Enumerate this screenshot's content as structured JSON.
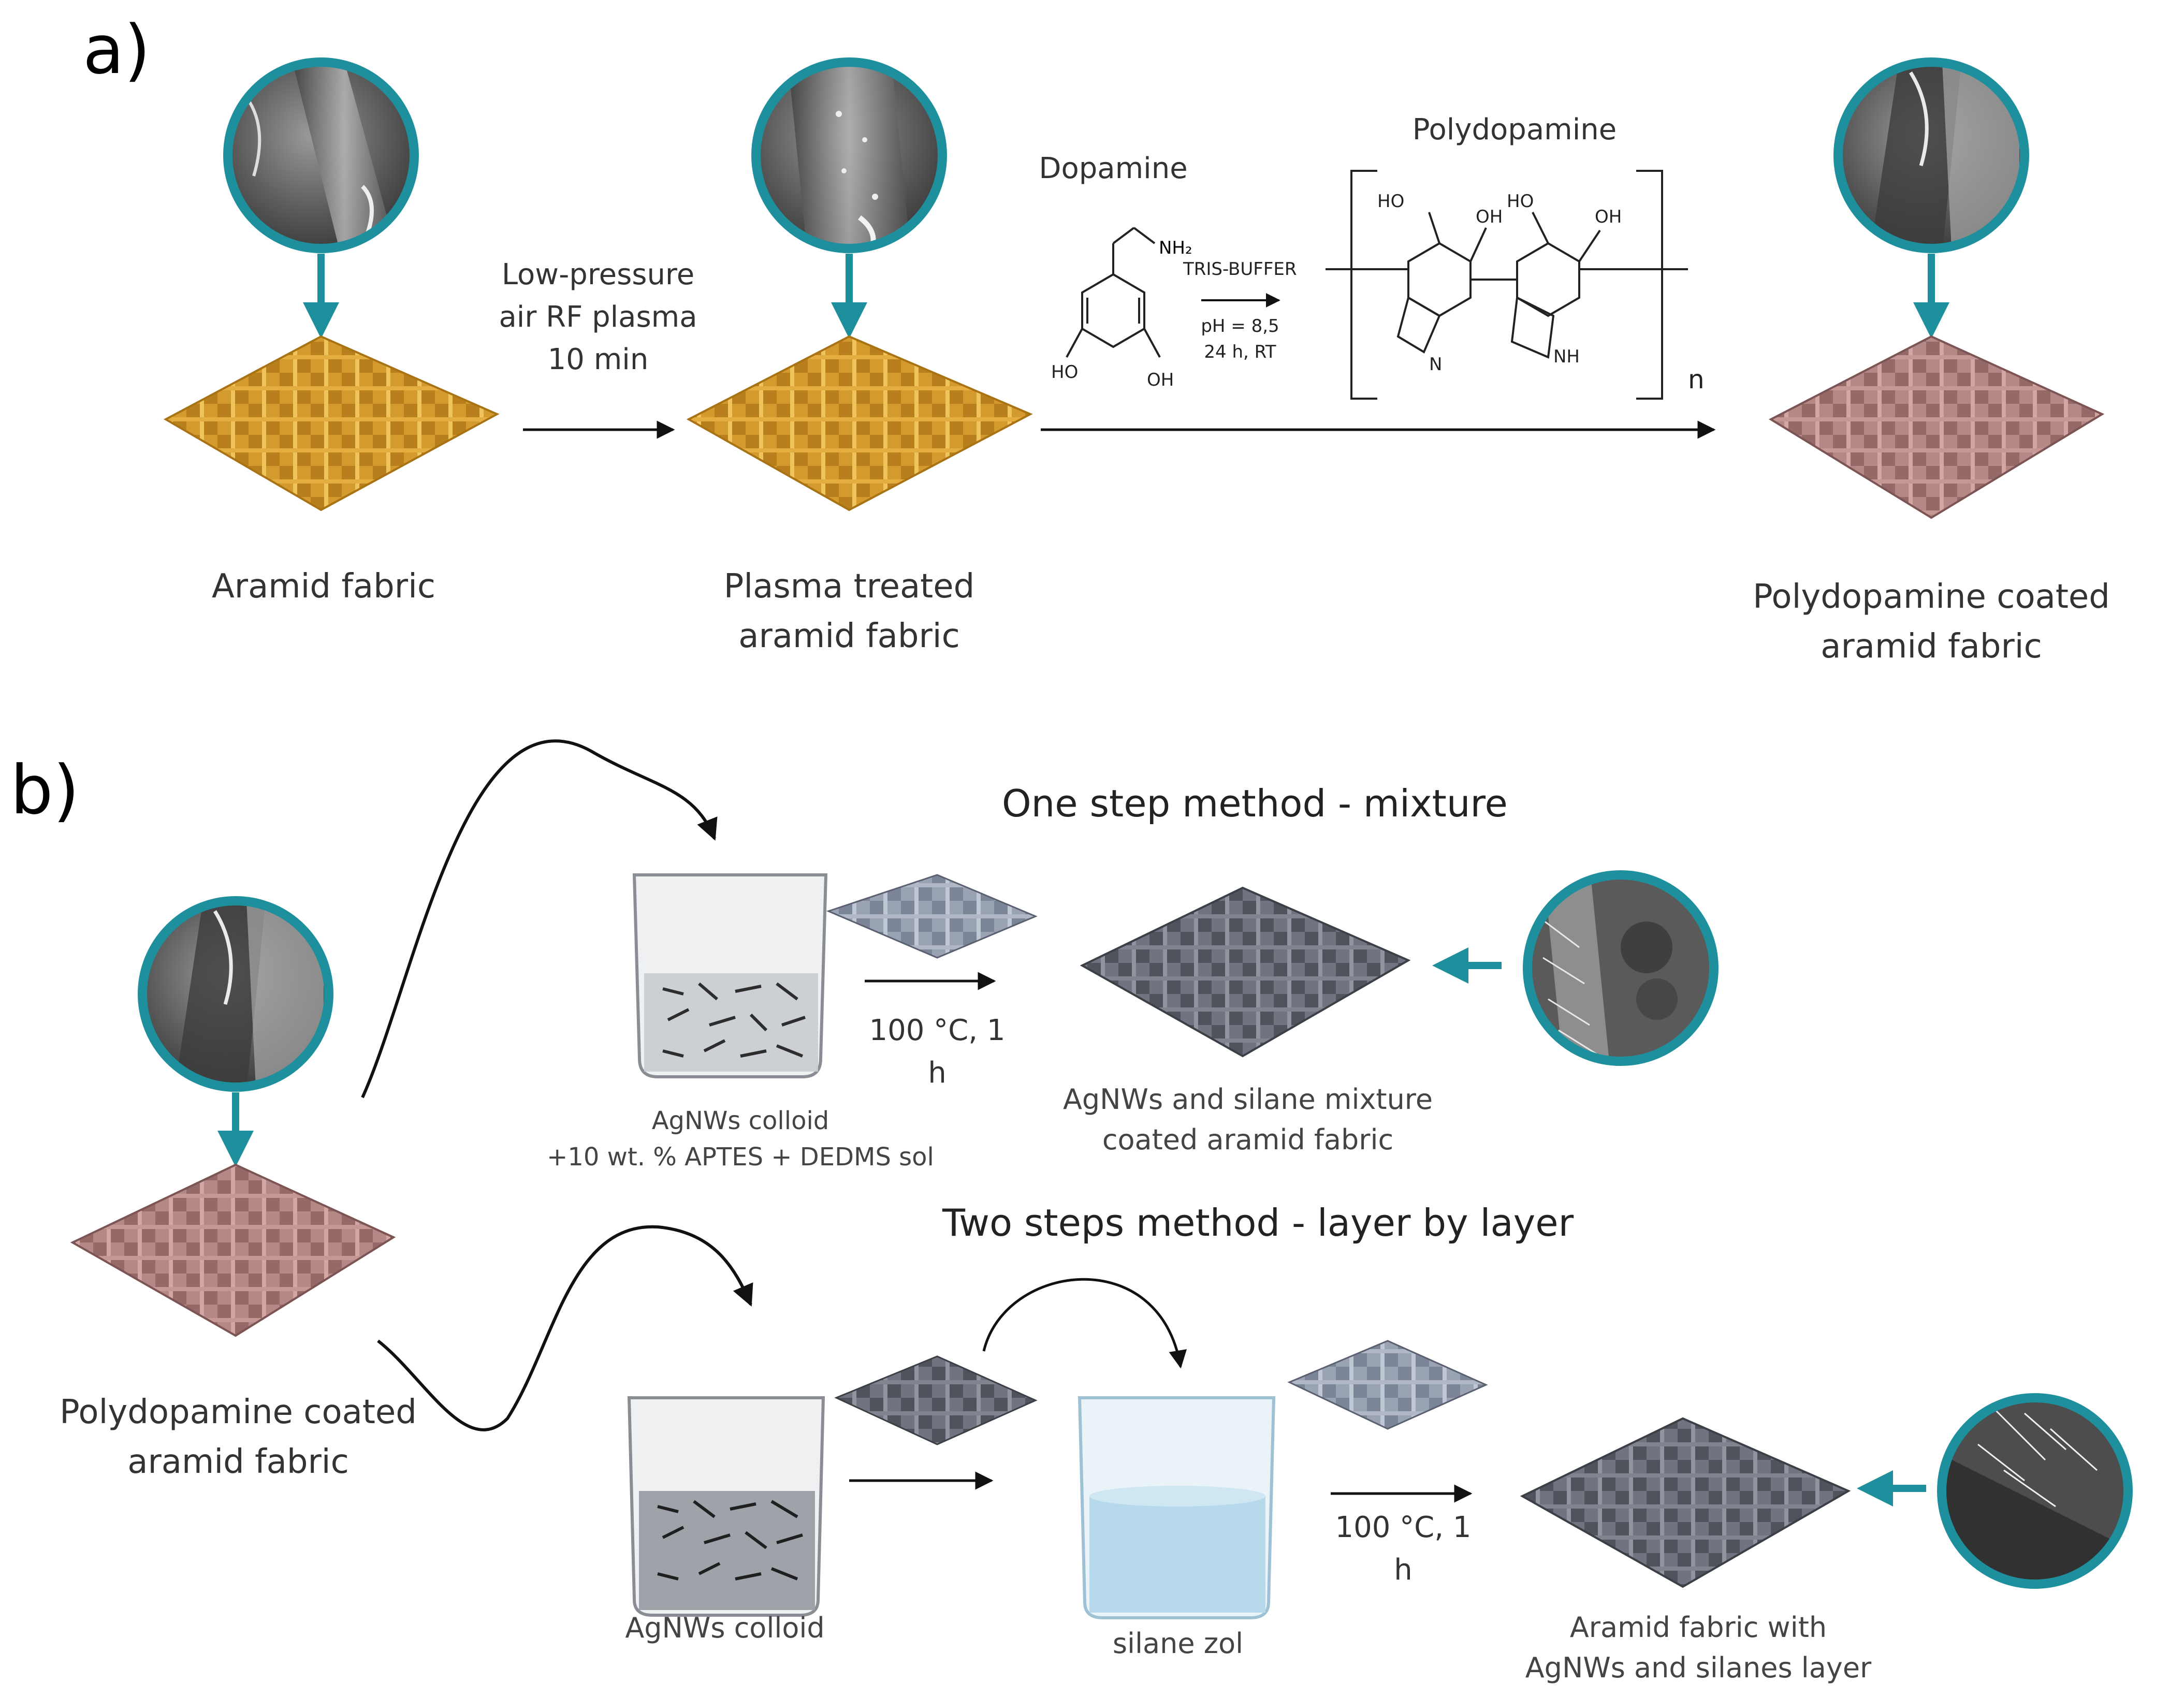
{
  "panel_a": {
    "label": "a)",
    "aramid_label": "Aramid fabric",
    "plasma_step": "Low-pressure\nair RF plasma\n10 min",
    "plasma_label": "Plasma treated\naramid fabric",
    "dopamine_title": "Dopamine",
    "polydopamine_title": "Polydopamine",
    "reagent": "TRIS-BUFFER",
    "conditions": "pH = 8,5\n24 h, RT",
    "nh2": "NH₂",
    "ho": "HO",
    "oh": "OH",
    "n": "N",
    "nh": "NH",
    "repeat": "n",
    "pda_label": "Polydopamine coated\naramid fabric"
  },
  "panel_b": {
    "label": "b)",
    "pda_label": "Polydopamine coated\naramid fabric",
    "one_step_title": "One step method - mixture",
    "colloid_mix_label": "AgNWs colloid\n+10 wt. % APTES + DEDMS sol",
    "cure_one": "100 °C, 1 h",
    "mixture_label": "AgNWs and silane mixture\ncoated aramid fabric",
    "two_step_title": "Two steps method - layer by layer",
    "colloid_label": "AgNWs colloid",
    "silane_label": "silane zol",
    "cure_two": "100 °C, 1 h",
    "layer_label": "Aramid fabric with\nAgNWs and silanes layer"
  },
  "colors": {
    "teal": "#1e8f9c",
    "aramid": "#d49a2e",
    "polydopamine": "#b48887",
    "silver": "#6f7480",
    "silver_light": "#9aa3b3",
    "water": "#b7d9ec"
  }
}
